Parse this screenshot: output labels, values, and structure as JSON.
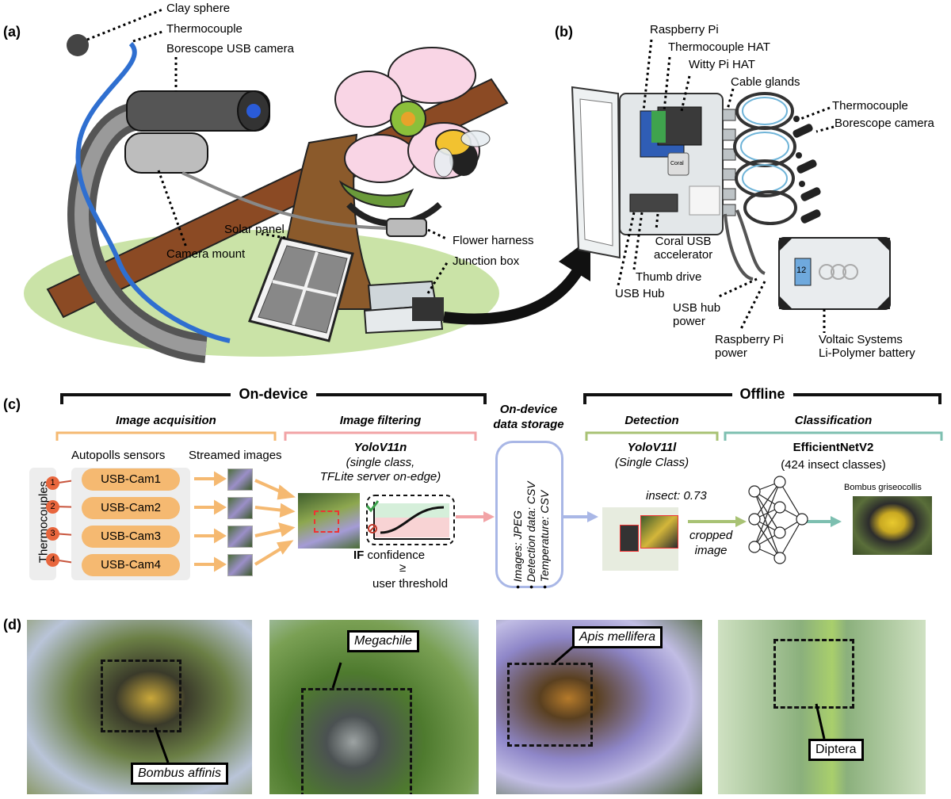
{
  "panel_a": {
    "letter": "(a)",
    "labels": {
      "clay_sphere": "Clay sphere",
      "thermocouple": "Thermocouple",
      "borescope": "Borescope USB camera",
      "solar_panel": "Solar panel",
      "camera_mount": "Camera mount",
      "flower_harness": "Flower harness",
      "junction_box": "Junction box"
    }
  },
  "panel_b": {
    "letter": "(b)",
    "labels": {
      "raspberry_pi": "Raspberry Pi",
      "thermocouple_hat": "Thermocouple HAT",
      "witty_pi_hat": "Witty Pi HAT",
      "cable_glands": "Cable glands",
      "thermocouple": "Thermocouple",
      "borescope_camera": "Borescope camera",
      "coral_usb_1": "Coral USB",
      "coral_usb_2": "accelerator",
      "thumb_drive": "Thumb drive",
      "usb_hub": "USB Hub",
      "usb_hub_power_1": "USB hub",
      "usb_hub_power_2": "power",
      "rpi_power_1": "Raspberry Pi",
      "rpi_power_2": "power",
      "battery_1": "Voltaic Systems",
      "battery_2": "Li-Polymer battery",
      "coral_chip": "Coral",
      "battery_readout": "12"
    }
  },
  "panel_c": {
    "letter": "(c)",
    "on_device": "On-device",
    "offline": "Offline",
    "image_acquisition": "Image acquisition",
    "image_filtering": "Image filtering",
    "storage_1": "On-device",
    "storage_2": "data storage",
    "detection": "Detection",
    "classification": "Classification",
    "autopolls": "Autopolls sensors",
    "streamed": "Streamed images",
    "thermocouples": "Thermocouples",
    "cams": [
      "USB-Cam1",
      "USB-Cam2",
      "USB-Cam3",
      "USB-Cam4"
    ],
    "tc_numbers": [
      "1",
      "2",
      "3",
      "4"
    ],
    "yolo_n": "YoloV11n",
    "yolo_n_sub1": "(single class,",
    "yolo_n_sub2": "TFLite server on-edge)",
    "if_word": "IF",
    "confidence": " confidence",
    "geq": "≥",
    "threshold": "user threshold",
    "storage_items": [
      "Images: JPEG",
      "Detection data: CSV",
      "Temperature: CSV"
    ],
    "yolo_l": "YoloV11l",
    "yolo_l_sub": "(Single Class)",
    "insect_conf": "insect: 0.73",
    "cropped_1": "cropped",
    "cropped_2": "image",
    "effnet": "EfficientNetV2",
    "effnet_sub": "(424 insect classes)",
    "species": "Bombus griseocollis",
    "colors": {
      "orange": "#f5b971",
      "pink": "#f2a3a6",
      "blue": "#a9b7e6",
      "green": "#a8c274",
      "teal": "#7dbfb0"
    }
  },
  "panel_d": {
    "letter": "(d)",
    "captions": [
      "Bombus affinis",
      "Megachile",
      "Apis mellifera",
      "Diptera"
    ]
  }
}
